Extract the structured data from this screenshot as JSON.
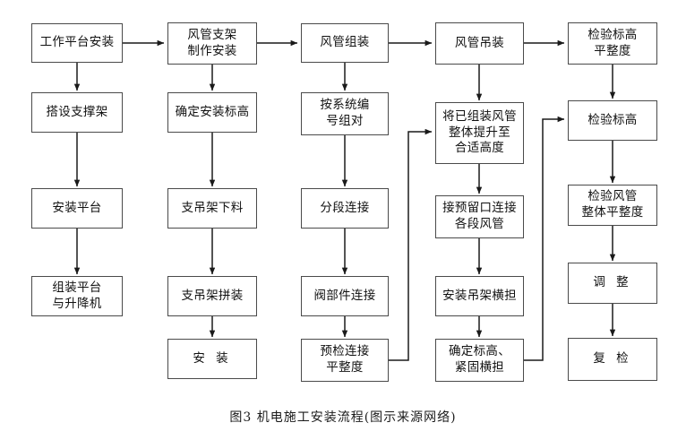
{
  "figure": {
    "caption": "图3   机电施工安装流程(图示来源网络)",
    "background_color": "#ffffff",
    "box_border_color": "#4a4a4a",
    "line_color": "#1a1a1a",
    "text_color": "#111111"
  },
  "chart_data": {
    "type": "diagram",
    "subtype": "flowchart",
    "title": "图3   机电施工安装流程(图示来源网络)",
    "columns": 5,
    "nodes": [
      {
        "id": "n1",
        "label": "工作平台安装",
        "col": 1,
        "row": 1
      },
      {
        "id": "n2",
        "label": "搭设支撑架",
        "col": 1,
        "row": 2
      },
      {
        "id": "n3",
        "label": "安装平台",
        "col": 1,
        "row": 3
      },
      {
        "id": "n4",
        "label": "组装平台\n与升降机",
        "col": 1,
        "row": 4
      },
      {
        "id": "n5",
        "label": "风管支架\n制作安装",
        "col": 2,
        "row": 1
      },
      {
        "id": "n6",
        "label": "确定安装标高",
        "col": 2,
        "row": 2
      },
      {
        "id": "n7",
        "label": "支吊架下料",
        "col": 2,
        "row": 3
      },
      {
        "id": "n8",
        "label": "支吊架拼装",
        "col": 2,
        "row": 4
      },
      {
        "id": "n9",
        "label": "安 装",
        "col": 2,
        "row": 5
      },
      {
        "id": "n10",
        "label": "风管组装",
        "col": 3,
        "row": 1
      },
      {
        "id": "n11",
        "label": "按系统编\n号组对",
        "col": 3,
        "row": 2
      },
      {
        "id": "n12",
        "label": "分段连接",
        "col": 3,
        "row": 3
      },
      {
        "id": "n13",
        "label": "阀部件连接",
        "col": 3,
        "row": 4
      },
      {
        "id": "n14",
        "label": "预检连接\n平整度",
        "col": 3,
        "row": 5
      },
      {
        "id": "n15",
        "label": "风管吊装",
        "col": 4,
        "row": 1
      },
      {
        "id": "n16",
        "label": "将已组装风管\n整体提升至\n合适高度",
        "col": 4,
        "row": 2
      },
      {
        "id": "n17",
        "label": "接预留口连接\n各段风管",
        "col": 4,
        "row": 3
      },
      {
        "id": "n18",
        "label": "安装吊架横担",
        "col": 4,
        "row": 4
      },
      {
        "id": "n19",
        "label": "确定标高、\n紧固横担",
        "col": 4,
        "row": 5
      },
      {
        "id": "n20",
        "label": "检验标高\n平整度",
        "col": 5,
        "row": 1
      },
      {
        "id": "n21",
        "label": "检验标高",
        "col": 5,
        "row": 2
      },
      {
        "id": "n22",
        "label": "检验风管\n整体平整度",
        "col": 5,
        "row": 3
      },
      {
        "id": "n23",
        "label": "调 整",
        "col": 5,
        "row": 4
      },
      {
        "id": "n24",
        "label": "复 检",
        "col": 5,
        "row": 5
      }
    ],
    "edges": [
      {
        "from": "n1",
        "to": "n5",
        "kind": "horizontal"
      },
      {
        "from": "n5",
        "to": "n10",
        "kind": "horizontal"
      },
      {
        "from": "n10",
        "to": "n15",
        "kind": "horizontal"
      },
      {
        "from": "n15",
        "to": "n20",
        "kind": "horizontal"
      },
      {
        "from": "n1",
        "to": "n2",
        "kind": "vertical"
      },
      {
        "from": "n2",
        "to": "n3",
        "kind": "vertical"
      },
      {
        "from": "n3",
        "to": "n4",
        "kind": "vertical"
      },
      {
        "from": "n5",
        "to": "n6",
        "kind": "vertical"
      },
      {
        "from": "n6",
        "to": "n7",
        "kind": "vertical"
      },
      {
        "from": "n7",
        "to": "n8",
        "kind": "vertical"
      },
      {
        "from": "n8",
        "to": "n9",
        "kind": "vertical"
      },
      {
        "from": "n10",
        "to": "n11",
        "kind": "vertical"
      },
      {
        "from": "n11",
        "to": "n12",
        "kind": "vertical"
      },
      {
        "from": "n12",
        "to": "n13",
        "kind": "vertical"
      },
      {
        "from": "n13",
        "to": "n14",
        "kind": "vertical"
      },
      {
        "from": "n15",
        "to": "n16",
        "kind": "vertical"
      },
      {
        "from": "n16",
        "to": "n17",
        "kind": "vertical"
      },
      {
        "from": "n17",
        "to": "n18",
        "kind": "vertical"
      },
      {
        "from": "n18",
        "to": "n19",
        "kind": "vertical"
      },
      {
        "from": "n20",
        "to": "n21",
        "kind": "vertical"
      },
      {
        "from": "n21",
        "to": "n22",
        "kind": "vertical"
      },
      {
        "from": "n22",
        "to": "n23",
        "kind": "vertical"
      },
      {
        "from": "n23",
        "to": "n24",
        "kind": "vertical"
      },
      {
        "from": "n14",
        "to": "n16",
        "kind": "feedback"
      },
      {
        "from": "n19",
        "to": "n21",
        "kind": "feedback"
      }
    ]
  }
}
